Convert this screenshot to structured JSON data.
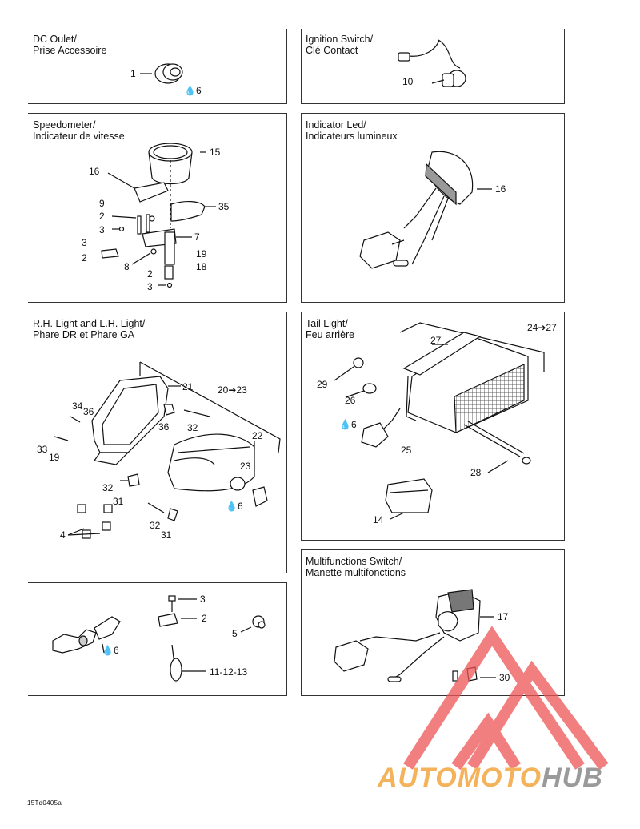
{
  "sections": {
    "dc_outlet": {
      "title_en": "DC Oulet/",
      "title_fr": "Prise Accessoire",
      "labels": [
        "1",
        "6"
      ]
    },
    "ignition": {
      "title_en": "Ignition Switch/",
      "title_fr": "Clé Contact",
      "labels": [
        "10"
      ]
    },
    "speedometer": {
      "title_en": "Speedometer/",
      "title_fr": "Indicateur de vitesse",
      "labels": [
        "15",
        "16",
        "35",
        "9",
        "2",
        "3",
        "7",
        "3",
        "2",
        "19",
        "8",
        "18",
        "2",
        "3"
      ]
    },
    "indicator": {
      "title_en": "Indicator Led/",
      "title_fr": "Indicateurs lumineux",
      "labels": [
        "16"
      ]
    },
    "lights": {
      "title_en": "R.H. Light and L.H. Light/",
      "title_fr": "Phare DR et Phare GA",
      "labels": [
        "21",
        "20➔23",
        "34",
        "36",
        "36",
        "32",
        "22",
        "33",
        "19",
        "23",
        "32",
        "31",
        "6",
        "32",
        "4",
        "31"
      ]
    },
    "tail": {
      "title_en": "Tail Light/",
      "title_fr": "Feu arrière",
      "labels": [
        "27",
        "24➔27",
        "29",
        "26",
        "6",
        "25",
        "28",
        "14"
      ]
    },
    "misc": {
      "labels": [
        "3",
        "2",
        "5",
        "6",
        "11-12-13"
      ]
    },
    "multifunction": {
      "title_en": "Multifunctions Switch/",
      "title_fr": "Manette multifonctions",
      "labels": [
        "17",
        "30"
      ]
    }
  },
  "drop_icon": "oil-drop-icon",
  "diagram_code": "15Td0405a",
  "watermark": {
    "icon": "triangle-logo-icon",
    "part1": "AUTO",
    "part2": "MOTO",
    "part3": "HUB",
    "colors": {
      "triangle": "#ee5555",
      "part1": "#f4b25a",
      "part2": "#f4b25a",
      "part3": "#9a9a9a"
    }
  }
}
